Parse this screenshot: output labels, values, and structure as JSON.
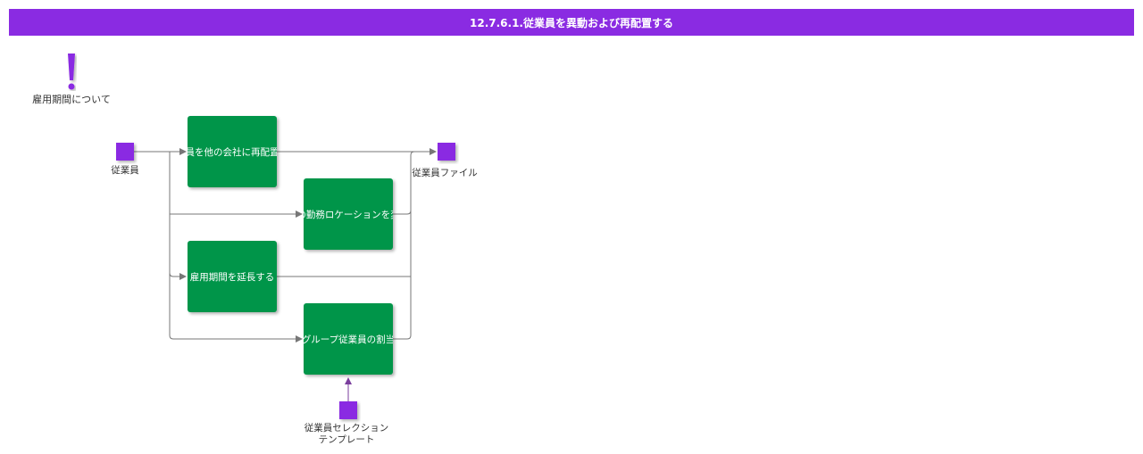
{
  "header": {
    "title": "12.7.6.1.従業員を異動および再配置する"
  },
  "note": {
    "label": "雇用期間について",
    "icon": "exclamation-icon"
  },
  "nodes": {
    "input_employee": "従業員",
    "output_employee_file": "従業員ファイル",
    "template_line1": "従業員セレクション",
    "template_line2": "テンプレート"
  },
  "tasks": [
    "従業員を他の会社に再配置する",
    "従業員の勤務ロケーションを変更する",
    "雇用期間を延長する",
    "グループ従業員の割当"
  ],
  "colors": {
    "title_bar": "#8a2be2",
    "task_fill": "#009548",
    "io_node": "#8a2be2",
    "connector": "#777777",
    "template_arrow": "#7a3e9d"
  }
}
